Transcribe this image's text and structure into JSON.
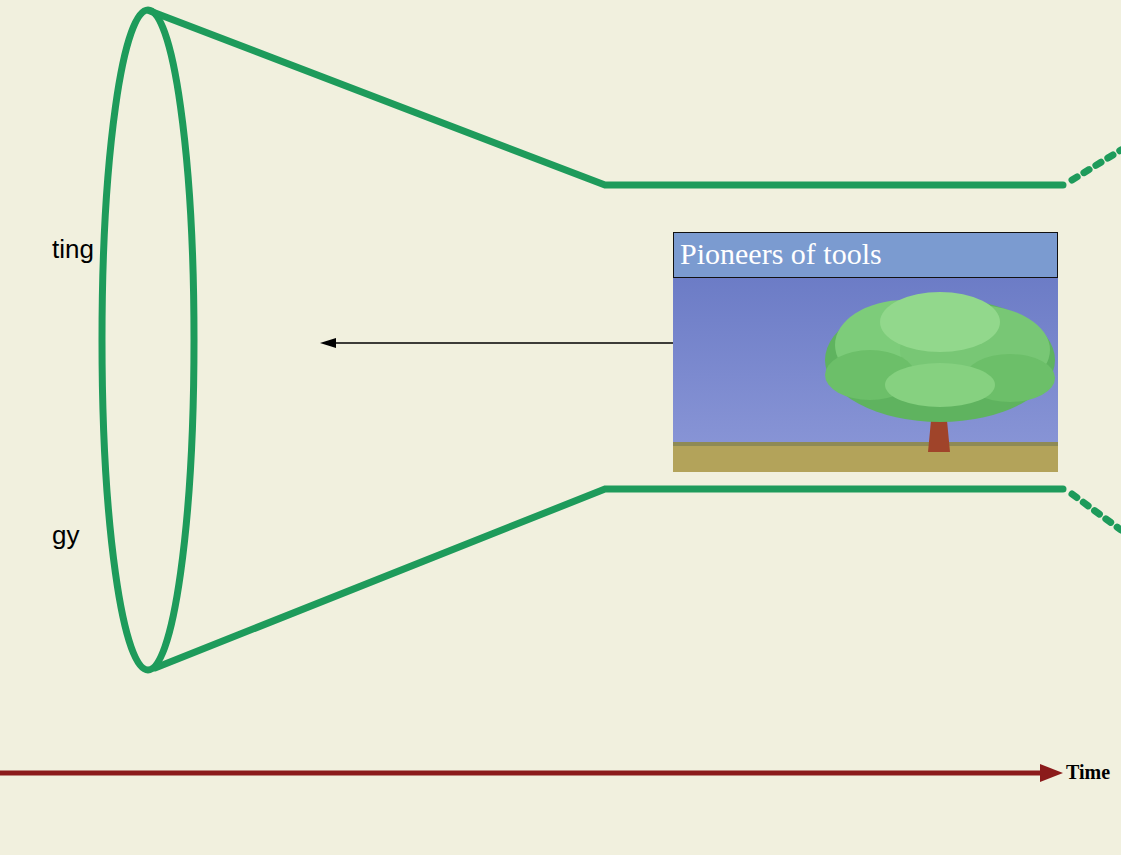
{
  "diagram": {
    "nodes": [
      {
        "text": [
          "Pioneers of tools"
        ]
      }
    ],
    "labels": [
      "ting",
      "gy",
      "Time"
    ]
  }
}
